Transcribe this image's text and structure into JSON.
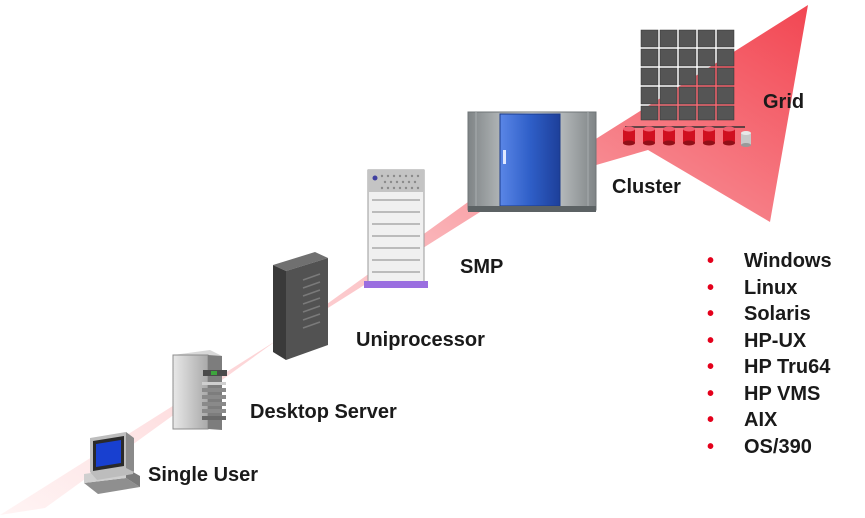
{
  "labels": {
    "single_user": "Single User",
    "desktop_server": "Desktop Server",
    "uniprocessor": "Uniprocessor",
    "smp": "SMP",
    "cluster": "Cluster",
    "grid": "Grid"
  },
  "os_list": [
    "Windows",
    "Linux",
    "Solaris",
    "HP-UX",
    "HP Tru64",
    "HP VMS",
    "AIX",
    "OS/390"
  ],
  "colors": {
    "arrow_light": "#fde4e4",
    "arrow_dark": "#f0505a",
    "bullet": "#e4001b",
    "disk": "#d01020",
    "smp_blue": "#2f5fc8",
    "monitor_screen": "#1840d0",
    "smp_base": "#9a6ee0"
  },
  "icons": [
    "arrow-band",
    "desktop-pc-icon",
    "tower-server-icon",
    "rack-server-icon",
    "smp-server-icon",
    "cluster-server-icon",
    "grid-disk-array-icon"
  ]
}
